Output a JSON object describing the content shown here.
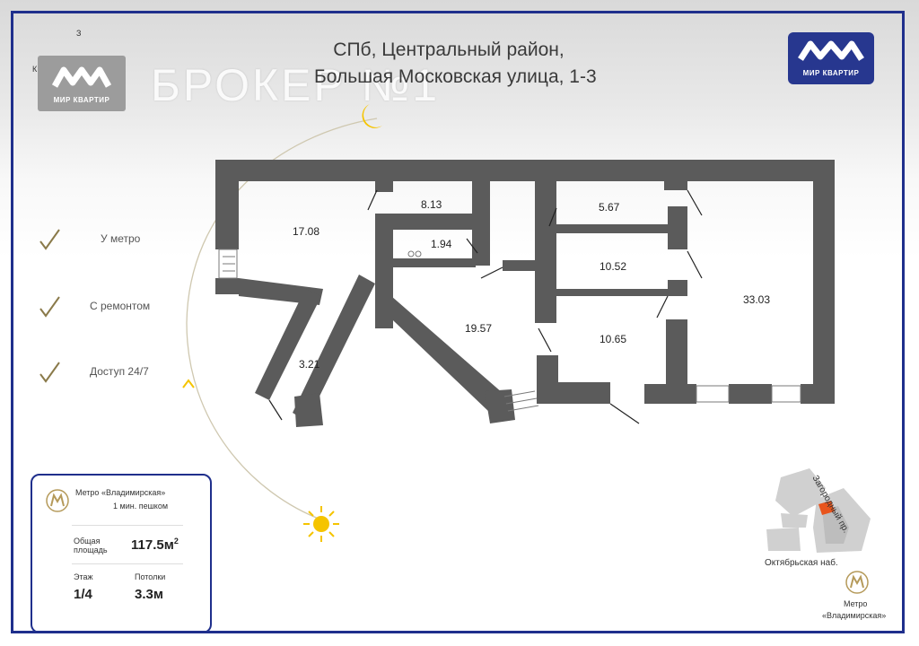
{
  "header": {
    "brand_title": "БРОКЕР №1",
    "address_line1": "СПб, Центральный район,",
    "address_line2": "Большая Московская улица, 1-3"
  },
  "logo": {
    "wordmark": "МИР КВАРТИР",
    "brand_color": "#27378f"
  },
  "compass_labels": {
    "north": "З",
    "west": "К"
  },
  "features": [
    {
      "icon": "checkmark-icon",
      "label": "У метро"
    },
    {
      "icon": "checkmark-icon",
      "label": "С ремонтом"
    },
    {
      "icon": "checkmark-icon",
      "label": "Доступ 24/7"
    }
  ],
  "rooms": [
    {
      "area": "17.08"
    },
    {
      "area": "8.13"
    },
    {
      "area": "1.94"
    },
    {
      "area": "5.67"
    },
    {
      "area": "10.52"
    },
    {
      "area": "33.03"
    },
    {
      "area": "19.57"
    },
    {
      "area": "10.65"
    },
    {
      "area": "3.21"
    }
  ],
  "info": {
    "metro_name": "Метро «Владимирская»",
    "metro_walk": "1 мин. пешком",
    "total_area_label_1": "Общая",
    "total_area_label_2": "площадь",
    "total_area_value": "117.5м",
    "total_area_sup": "2",
    "floor_label": "Этаж",
    "floor_value": "1/4",
    "ceiling_label": "Потолки",
    "ceiling_value": "3.3м"
  },
  "map": {
    "street_1": "Загородный пр.",
    "street_2": "Октябрьская наб.",
    "metro_label_1": "Метро",
    "metro_label_2": "«Владимирская»",
    "highlight_color": "#e8541c"
  },
  "colors": {
    "frame": "#1f2f8c",
    "walls": "#5b5b5b",
    "sun": "#f5c400",
    "check": "#8a7a4a",
    "metro_icon": "#b59a5a"
  }
}
